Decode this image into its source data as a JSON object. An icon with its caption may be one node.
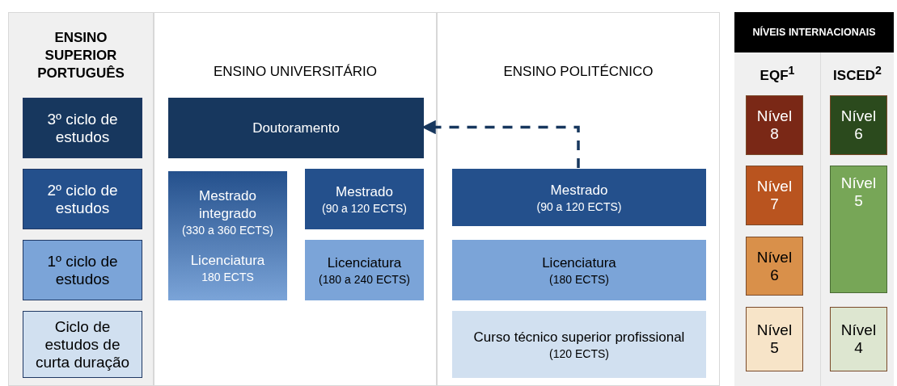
{
  "diagram": {
    "nodes": [
      {
        "text": [
          "ENSINO SUPERIOR PORTUGUÊS"
        ]
      },
      {
        "text": [
          "3º ciclo de estudos"
        ],
        "in": 0
      },
      {
        "text": [
          "2º ciclo de estudos"
        ],
        "in": 0
      },
      {
        "text": [
          "1º ciclo de estudos"
        ],
        "in": 0
      },
      {
        "text": [
          "Ciclo de estudos de curta duração"
        ],
        "in": 0
      },
      {
        "text": [
          "ENSINO UNIVERSITÁRIO"
        ]
      },
      {
        "text": [
          "Doutoramento"
        ],
        "in": 5
      },
      {
        "text": [
          "Mestrado integrado",
          "(330 a 360 ECTS)",
          "Licenciatura",
          "180 ECTS"
        ],
        "in": 5
      },
      {
        "text": [
          "Mestrado",
          "(90 a 120 ECTS)"
        ],
        "in": 5
      },
      {
        "text": [
          "Licenciatura",
          "(180 a 240 ECTS)"
        ],
        "in": 5
      },
      {
        "text": [
          "ENSINO POLITÉCNICO"
        ]
      },
      {
        "text": [
          "Mestrado",
          "(90 a 120 ECTS)"
        ],
        "in": 10
      },
      {
        "text": [
          "Licenciatura",
          "(180 ECTS)"
        ],
        "in": 10
      },
      {
        "text": [
          "Curso técnico superior profissional",
          "(120 ECTS)"
        ],
        "in": 10
      },
      {
        "text": [
          "NÍVEIS INTERNACIONAIS"
        ]
      },
      {
        "text": [
          "EQF$^{1}$"
        ],
        "in": 14
      },
      {
        "text": [
          "Nível 8"
        ],
        "in": 15
      },
      {
        "text": [
          "Nível 7"
        ],
        "in": 15
      },
      {
        "text": [
          "Nível 6"
        ],
        "in": 15
      },
      {
        "text": [
          "Nível 5"
        ],
        "in": 15
      },
      {
        "text": [
          "ISCED$^{2}$"
        ],
        "in": 14
      },
      {
        "text": [
          "Nível 6"
        ],
        "in": 20
      },
      {
        "text": [
          "Nível 5"
        ],
        "in": 20
      },
      {
        "text": [
          "Nível 4"
        ],
        "in": 20
      }
    ],
    "edges": [
      {
        "from": 11,
        "to": 6,
        "arrow": "to",
        "style": "dashed"
      }
    ]
  }
}
